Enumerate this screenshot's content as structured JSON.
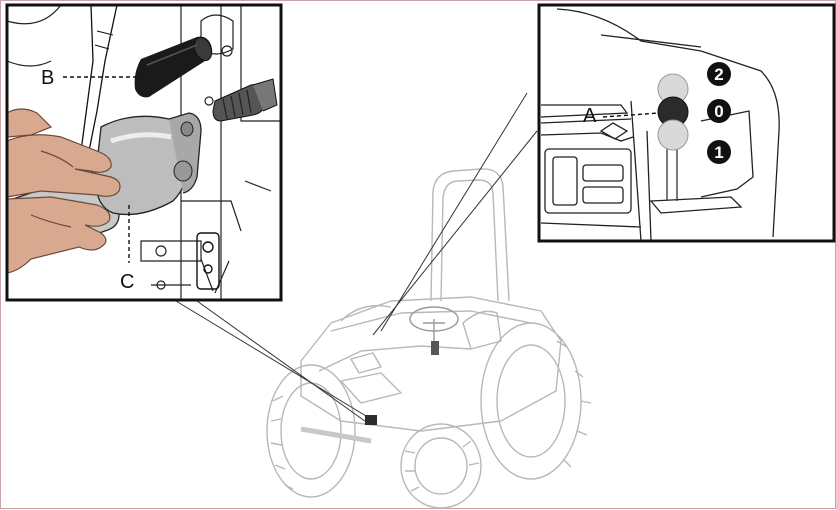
{
  "figure": {
    "labels": {
      "a": "A",
      "b": "B",
      "c": "C"
    },
    "positions": {
      "top": "2",
      "middle": "0",
      "bottom": "1"
    },
    "colors": {
      "frame": "#111111",
      "page_border": "#c9a3a8",
      "badge": "#111111",
      "knob_light": "#d9d9d9",
      "knob_dark": "#2b2b2b",
      "skin": "#d9a98f",
      "shaft_black": "#1a1a1a",
      "pto_grey": "#bdbdbd",
      "tractor_line": "#b8b8b8"
    }
  }
}
